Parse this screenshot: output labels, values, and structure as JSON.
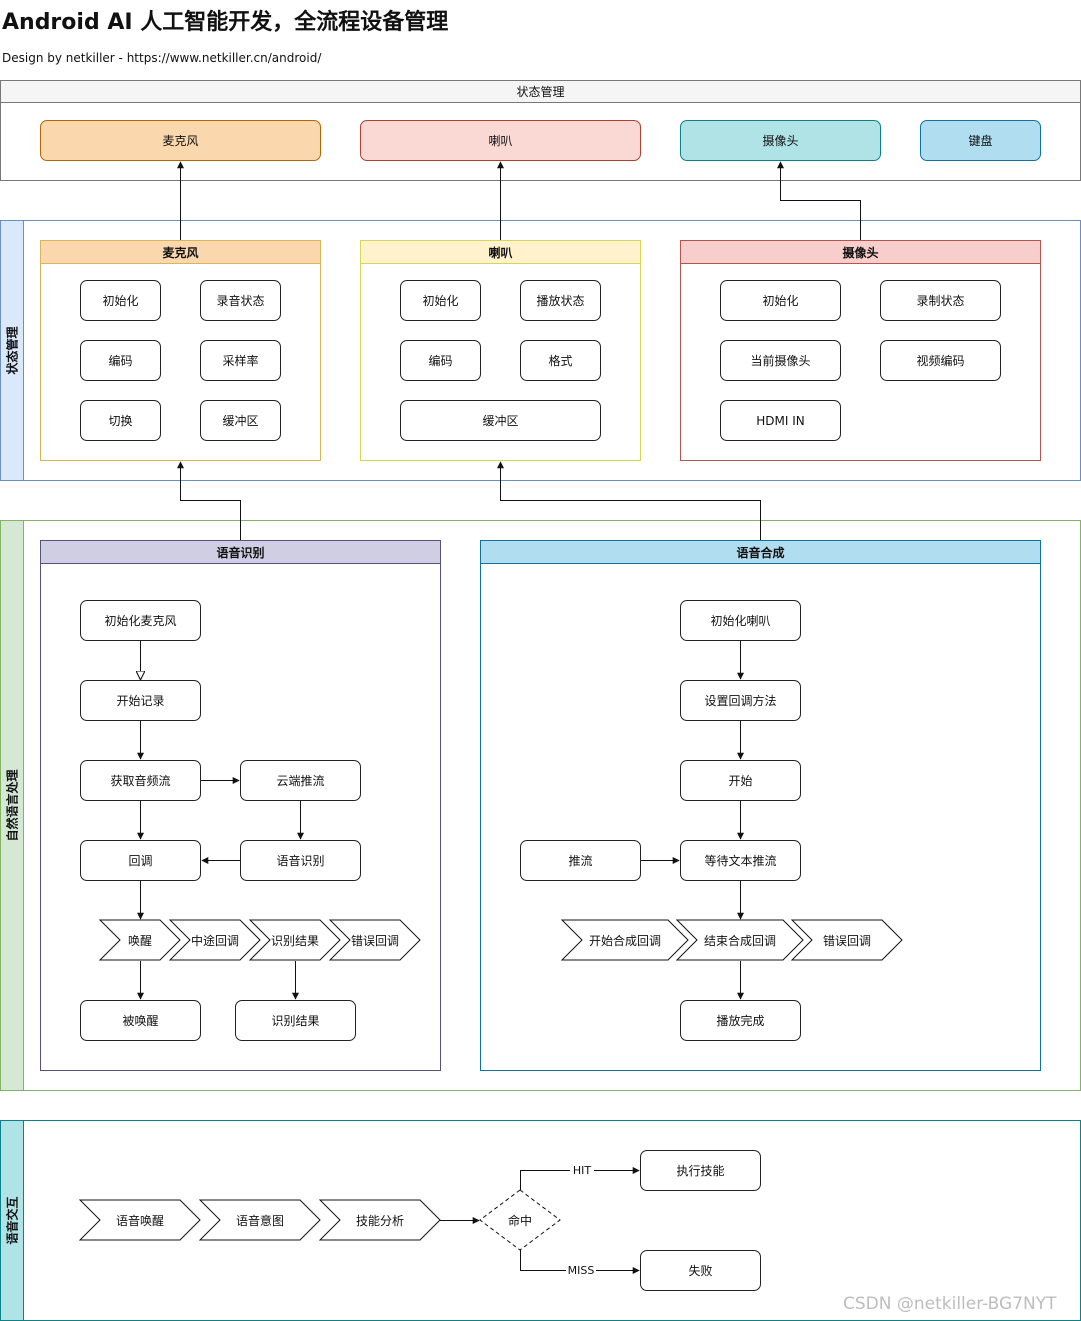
{
  "header": {
    "title": "Android AI 人工智能开发，全流程设备管理",
    "subtitle": "Design by netkiller - https://www.netkiller.cn/android/"
  },
  "state_lane": {
    "header": "状态管理",
    "devices": [
      "麦克风",
      "喇叭",
      "摄像头",
      "键盘"
    ]
  },
  "device_lane": {
    "label": "状态管理",
    "mic": {
      "title": "麦克风",
      "items": [
        "初始化",
        "录音状态",
        "编码",
        "采样率",
        "切换",
        "缓冲区"
      ]
    },
    "speaker": {
      "title": "喇叭",
      "items": [
        "初始化",
        "播放状态",
        "编码",
        "格式",
        "缓冲区"
      ]
    },
    "camera": {
      "title": "摄像头",
      "items": [
        "初始化",
        "录制状态",
        "当前摄像头",
        "视频编码",
        "HDMI IN"
      ]
    }
  },
  "nlp_lane": {
    "label": "自然语言处理",
    "asr": {
      "title": "语音识别",
      "steps": [
        "初始化麦克风",
        "开始记录",
        "获取音频流",
        "云端推流",
        "回调",
        "语音识别"
      ],
      "callbacks": [
        "唤醒",
        "中途回调",
        "识别结果",
        "错误回调"
      ],
      "outcomes": [
        "被唤醒",
        "识别结果"
      ]
    },
    "tts": {
      "title": "语音合成",
      "steps": [
        "初始化喇叭",
        "设置回调方法",
        "开始",
        "推流",
        "等待文本推流"
      ],
      "callbacks": [
        "开始合成回调",
        "结束合成回调",
        "错误回调"
      ],
      "outcome": "播放完成"
    }
  },
  "voice_lane": {
    "label": "语音交互",
    "chain": [
      "语音唤醒",
      "语音意图",
      "技能分析"
    ],
    "decision": "命中",
    "hit_label": "HIT",
    "miss_label": "MISS",
    "hit_target": "执行技能",
    "miss_target": "失败"
  },
  "watermark": "CSDN @netkiller-BG7NYT",
  "colors": {
    "mic_fill": "#fad7ac",
    "mic_stroke": "#b46504",
    "speaker_fill": "#fad9d5",
    "speaker_stroke": "#ae4132",
    "camera_fill": "#b0e3e6",
    "camera_stroke": "#0e8088",
    "keyboard_fill": "#b1ddf0",
    "keyboard_stroke": "#10739e",
    "asr_header": "#d0cee2",
    "asr_stroke": "#56517e",
    "tts_header": "#b1ddf0",
    "tts_stroke": "#10739e",
    "lane_state": "#dae8fc",
    "lane_nlp": "#d5e8d4",
    "lane_voice": "#b0e3e6"
  }
}
